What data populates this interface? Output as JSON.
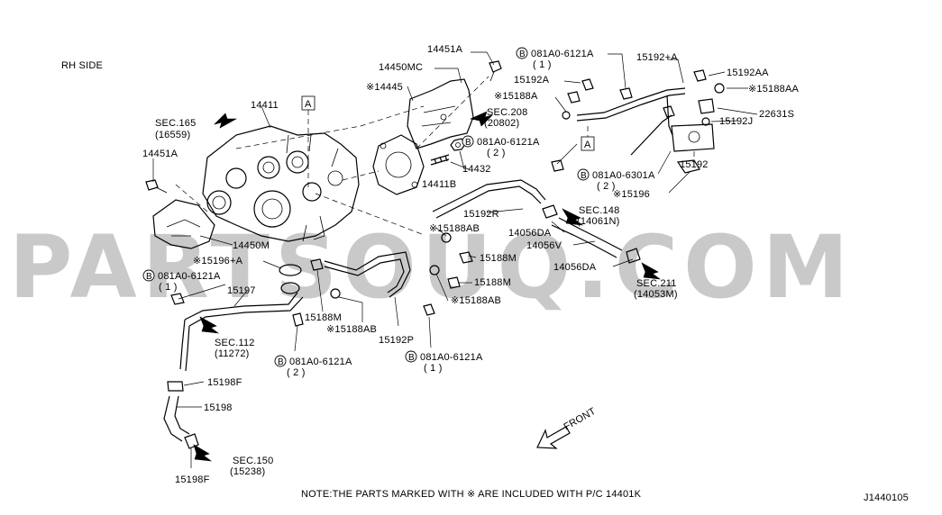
{
  "watermark": "PARTSOUQ.COM",
  "side_label": "RH SIDE",
  "note": "NOTE:THE PARTS MARKED WITH ※ ARE INCLUDED WITH P/C 14401K",
  "diagram_code": "J1440105",
  "front_label": "FRONT",
  "box_ref": "A",
  "bolt_circle_letter": "B",
  "labels": {
    "l_14451A_top": "14451A",
    "l_14450MC": "14450MC",
    "l_14445": "※14445",
    "l_14411": "14411",
    "l_sec165": "SEC.165",
    "l_16559": "(16559)",
    "l_14451A_left": "14451A",
    "l_sec208": "SEC.208",
    "l_20802": "(20802)",
    "l_14432": "14432",
    "l_14411B": "14411B",
    "l_bolt1": "081A0-6121A",
    "l_bolt1_q": "( 1 )",
    "l_15192A": "15192A",
    "l_15188A": "※15188A",
    "l_15192pA": "15192+A",
    "l_15192AA": "15192AA",
    "l_15188AA": "※15188AA",
    "l_22631S": "22631S",
    "l_15192J": "15192J",
    "l_bolt2": "081A0-6121A",
    "l_bolt2_q": "( 2 )",
    "l_bolt3": "081A0-6301A",
    "l_bolt3_q": "( 2 )",
    "l_15192": "15192",
    "l_15196": "※15196",
    "l_sec148": "SEC.148",
    "l_14061N": "(14061N)",
    "l_15192R": "15192R",
    "l_14056DA_a": "14056DA",
    "l_14056V": "14056V",
    "l_14056DA_b": "14056DA",
    "l_sec211": "SEC.211",
    "l_14053M": "(14053M)",
    "l_15188AB_a": "※15188AB",
    "l_15188M_a": "15188M",
    "l_15188M_b": "15188M",
    "l_15188AB_b": "※15188AB",
    "l_14450M": "14450M",
    "l_15196pA": "※15196+A",
    "l_bolt4": "081A0-6121A",
    "l_bolt4_q": "( 1 )",
    "l_15197": "15197",
    "l_15188M_c": "15188M",
    "l_15188AB_c": "※15188AB",
    "l_15192P": "15192P",
    "l_bolt5": "081A0-6121A",
    "l_bolt5_q": "( 1 )",
    "l_bolt6": "081A0-6121A",
    "l_bolt6_q": "( 2 )",
    "l_sec112": "SEC.112",
    "l_11272": "(11272)",
    "l_15198F_a": "15198F",
    "l_15198": "15198",
    "l_sec150": "SEC.150",
    "l_15238": "(15238)",
    "l_15198F_b": "15198F"
  }
}
